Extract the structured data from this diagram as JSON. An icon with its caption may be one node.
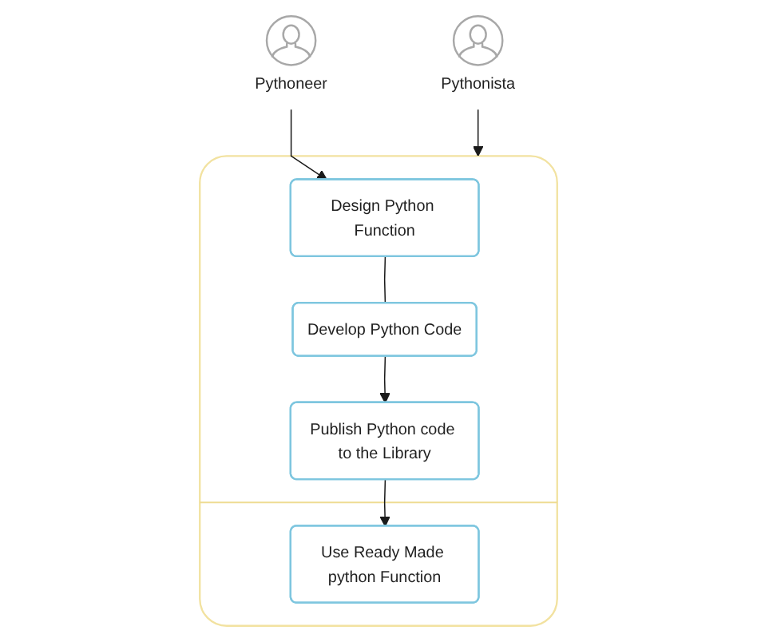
{
  "diagram": {
    "nodes": [
      {
        "text": [],
        "shape": "box"
      },
      {
        "text": [
          "Design Python Function"
        ],
        "in": 0
      },
      {
        "text": [
          "Develop Python Code"
        ],
        "in": 0
      },
      {
        "text": [
          "Publish Python code to the Library"
        ],
        "in": 0
      },
      {
        "text": [
          "Use Ready Made python Function"
        ],
        "in": 0
      },
      {
        "text": [
          "Pythoneer"
        ]
      },
      {
        "text": [
          "Pythonista"
        ]
      }
    ],
    "edges": [
      {
        "from": 5,
        "to": 1,
        "arrow": "to"
      },
      {
        "from": 1,
        "to": 2,
        "arrow": "none"
      },
      {
        "from": 2,
        "to": 3,
        "arrow": "to"
      },
      {
        "from": 3,
        "to": 4,
        "arrow": "to"
      },
      {
        "from": 6,
        "to": 0,
        "arrow": "to"
      }
    ]
  }
}
